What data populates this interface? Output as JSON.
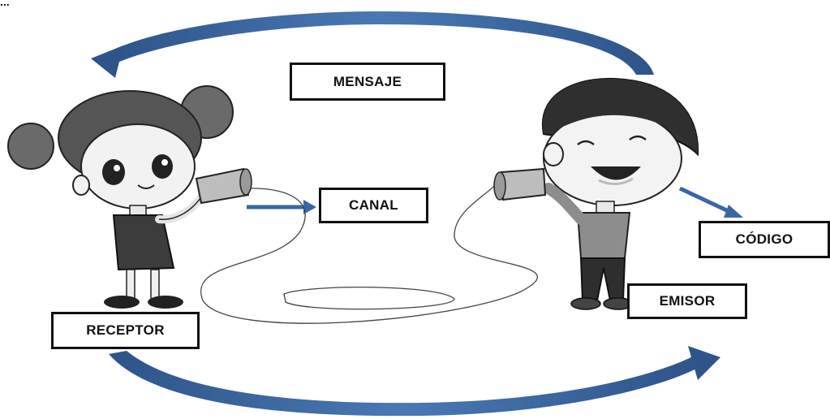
{
  "corner_text": "...",
  "labels": {
    "mensaje": "MENSAJE",
    "canal": "CANAL",
    "codigo": "CÓDIGO",
    "emisor": "EMISOR",
    "receptor": "RECEPTOR"
  },
  "figures": {
    "receptor_figure": "girl-holding-tin-can-phone",
    "emisor_figure": "boy-holding-tin-can-phone"
  },
  "colors": {
    "arrow_blue": "#3a67a3",
    "arrow_dark": "#2e5489",
    "label_border": "#111111",
    "background": "#ffffff"
  }
}
